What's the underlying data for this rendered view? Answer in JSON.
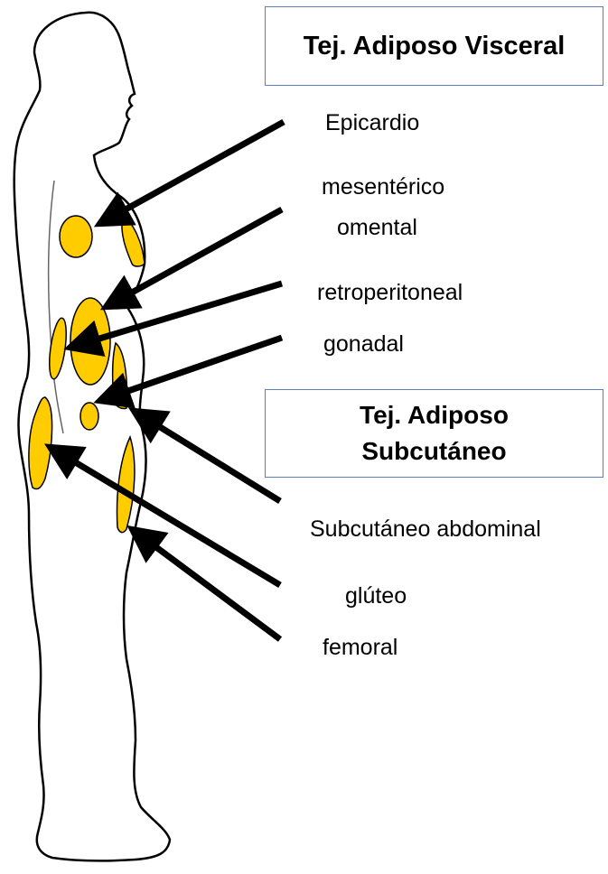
{
  "headings": {
    "visceral": "Tej. Adiposo Visceral",
    "subcutaneous_line1": "Tej. Adiposo",
    "subcutaneous_line2": "Subcutáneo"
  },
  "labels": {
    "epicardio": "Epicardio",
    "mesenterico": "mesentérico",
    "omental": "omental",
    "retroperitoneal": "retroperitoneal",
    "gonadal": "gonadal",
    "subcutaneo_abdominal": "Subcutáneo abdominal",
    "gluteo": "glúteo",
    "femoral": "femoral"
  },
  "colors": {
    "fat_depot": "#ffcc00",
    "outline": "#000000",
    "box_border": "#5b7fbf"
  }
}
